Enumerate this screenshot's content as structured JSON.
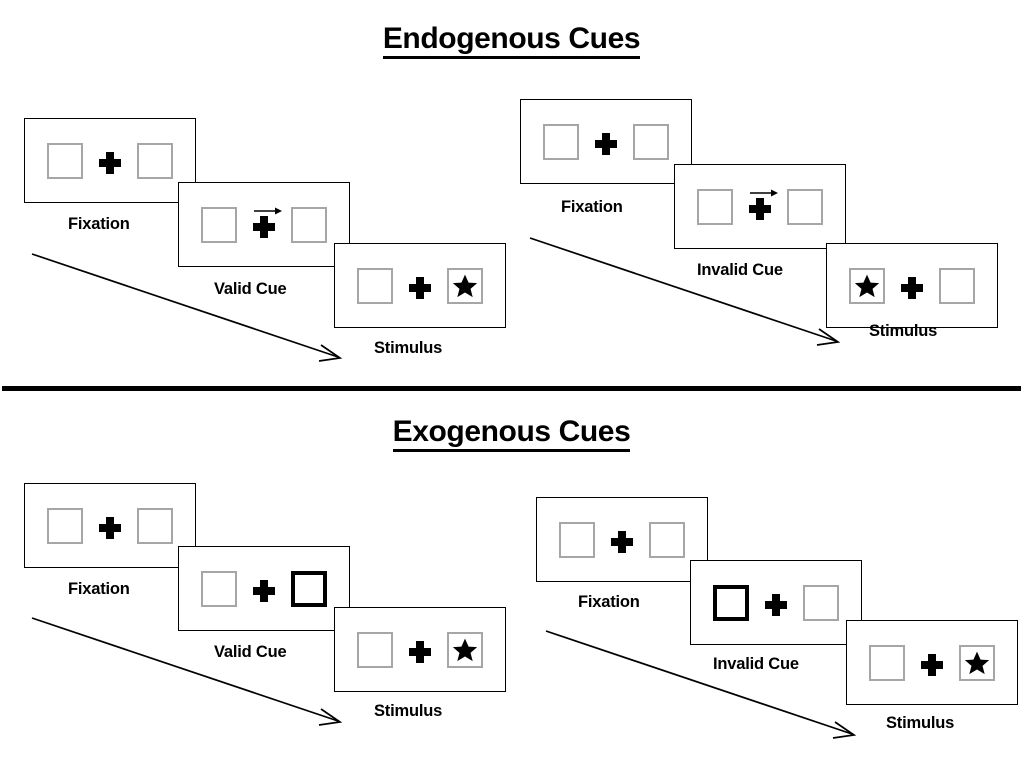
{
  "figure": {
    "type": "psychology-task-diagram",
    "description": "Posner spatial cueing paradigm: endogenous (central arrow) and exogenous (peripheral box flash) cues, each with valid and invalid trial sequences"
  },
  "colors": {
    "frame": "#000000",
    "box_border": "#a6a6a6",
    "cued_box_border": "#000000",
    "fixation_cross": "#000000",
    "star": "#000000",
    "divider": "#000000",
    "background": "#ffffff"
  },
  "sections": [
    {
      "id": "endogenous",
      "title": "Endogenous Cues",
      "sequences": [
        {
          "id": "endogenous-valid",
          "frames": [
            {
              "label": "Fixation",
              "cue_type": "none",
              "cue_side": "none",
              "star_side": "none"
            },
            {
              "label": "Valid Cue",
              "cue_type": "arrow",
              "cue_side": "right",
              "star_side": "none"
            },
            {
              "label": "Stimulus",
              "cue_type": "none",
              "cue_side": "none",
              "star_side": "right"
            }
          ]
        },
        {
          "id": "endogenous-invalid",
          "frames": [
            {
              "label": "Fixation",
              "cue_type": "none",
              "cue_side": "none",
              "star_side": "none"
            },
            {
              "label": "Invalid Cue",
              "cue_type": "arrow",
              "cue_side": "right",
              "star_side": "none"
            },
            {
              "label": "Stimulus",
              "cue_type": "none",
              "cue_side": "none",
              "star_side": "left"
            }
          ]
        }
      ]
    },
    {
      "id": "exogenous",
      "title": "Exogenous Cues",
      "sequences": [
        {
          "id": "exogenous-valid",
          "frames": [
            {
              "label": "Fixation",
              "cue_type": "none",
              "cue_side": "none",
              "star_side": "none"
            },
            {
              "label": "Valid Cue",
              "cue_type": "box",
              "cue_side": "right",
              "star_side": "none"
            },
            {
              "label": "Stimulus",
              "cue_type": "none",
              "cue_side": "none",
              "star_side": "right"
            }
          ]
        },
        {
          "id": "exogenous-invalid",
          "frames": [
            {
              "label": "Fixation",
              "cue_type": "none",
              "cue_side": "none",
              "star_side": "none"
            },
            {
              "label": "Invalid Cue",
              "cue_type": "box",
              "cue_side": "left",
              "star_side": "none"
            },
            {
              "label": "Stimulus",
              "cue_type": "none",
              "cue_side": "none",
              "star_side": "right"
            }
          ]
        }
      ]
    }
  ],
  "labels": {
    "fixation": "Fixation",
    "valid_cue": "Valid Cue",
    "invalid_cue": "Invalid Cue",
    "stimulus": "Stimulus"
  },
  "icons": {
    "fixation_cross": "plus-cross-icon",
    "arrow_cue": "right-arrow-icon",
    "target": "star-icon",
    "time_flow": "diagonal-arrow-icon"
  }
}
